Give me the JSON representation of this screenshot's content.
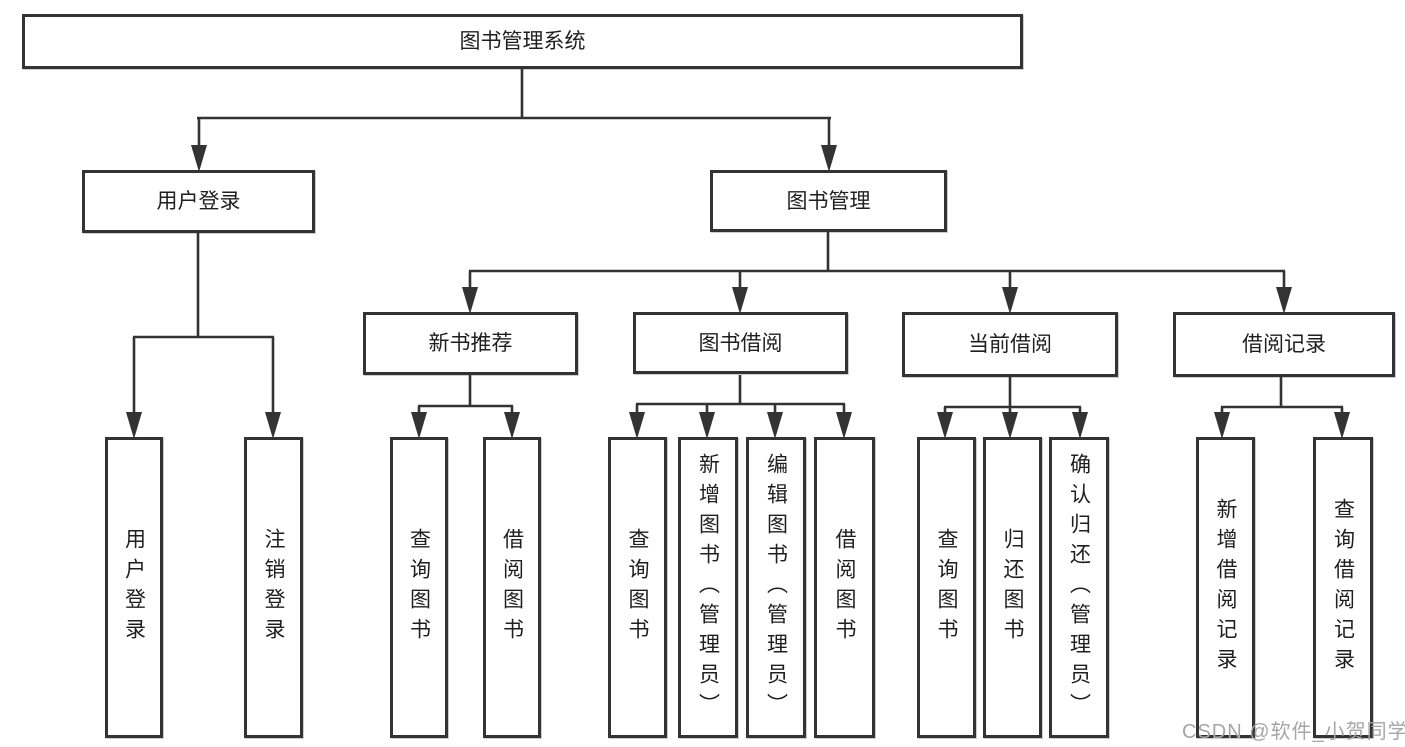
{
  "diagram": {
    "title": "图书管理系统",
    "watermark": "CSDN @软件_小贺同学",
    "colors": {
      "line": "#333333",
      "text": "#1f1f1f",
      "watermark": "#a6a6a6",
      "background": "#ffffff"
    },
    "tree": {
      "label": "图书管理系统",
      "children": [
        {
          "label": "用户登录",
          "children": [
            {
              "label": "用户登录"
            },
            {
              "label": "注销登录"
            }
          ]
        },
        {
          "label": "图书管理",
          "children": [
            {
              "label": "新书推荐",
              "children": [
                {
                  "label": "查询图书"
                },
                {
                  "label": "借阅图书"
                }
              ]
            },
            {
              "label": "图书借阅",
              "children": [
                {
                  "label": "查询图书"
                },
                {
                  "label": "新增图书（管理员）"
                },
                {
                  "label": "编辑图书（管理员）"
                },
                {
                  "label": "借阅图书"
                }
              ]
            },
            {
              "label": "当前借阅",
              "children": [
                {
                  "label": "查询图书"
                },
                {
                  "label": "归还图书"
                },
                {
                  "label": "确认归还（管理员）"
                }
              ]
            },
            {
              "label": "借阅记录",
              "children": [
                {
                  "label": "新增借阅记录"
                },
                {
                  "label": "查询借阅记录"
                }
              ]
            }
          ]
        }
      ]
    }
  }
}
